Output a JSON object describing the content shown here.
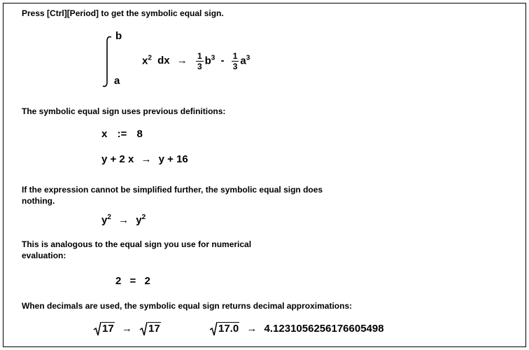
{
  "notes": {
    "n1": "Press [Ctrl][Period] to get the symbolic equal sign.",
    "n2": "The symbolic equal sign uses previous definitions:",
    "n3": "If the expression cannot be simplified further, the symbolic equal sign does nothing.",
    "n4": "This is analogous to the equal sign you use for numerical evaluation:",
    "n5": "When decimals are used, the symbolic equal sign returns decimal approximations:"
  },
  "integral": {
    "upper": "b",
    "lower": "a",
    "integrand": "x",
    "integrand_exp": "2",
    "differential": "dx",
    "arrow": "→",
    "f1_num": "1",
    "f1_den": "3",
    "term1_base": "b",
    "term1_exp": "3",
    "minus": "-",
    "f2_num": "1",
    "f2_den": "3",
    "term2_base": "a",
    "term2_exp": "3"
  },
  "definitions": {
    "def_var": "x",
    "def_op": ":=",
    "def_val": "8",
    "expr_left": "y + 2 x",
    "arrow": "→",
    "expr_right": "y + 16"
  },
  "nothing": {
    "left_base": "y",
    "left_exp": "2",
    "arrow": "→",
    "right_base": "y",
    "right_exp": "2"
  },
  "numeric": {
    "left": "2",
    "op": "=",
    "right": "2"
  },
  "decimals": {
    "rad1": "17",
    "arrow1": "→",
    "rad1_result": "17",
    "rad2": "17.0",
    "arrow2": "→",
    "result2": "4.1231056256176605498"
  }
}
